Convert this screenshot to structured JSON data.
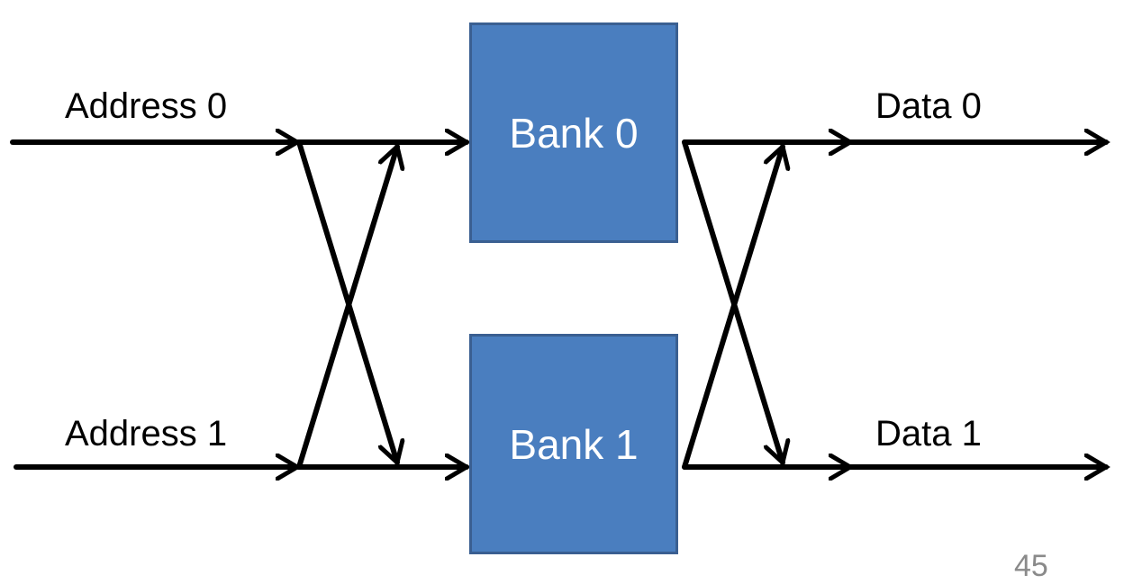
{
  "inputs": [
    {
      "label": "Address 0"
    },
    {
      "label": "Address 1"
    }
  ],
  "banks": [
    {
      "label": "Bank 0"
    },
    {
      "label": "Bank 1"
    }
  ],
  "outputs": [
    {
      "label": "Data 0"
    },
    {
      "label": "Data 1"
    }
  ],
  "page_number": "45",
  "colors": {
    "bank_fill": "#4a7ebf",
    "bank_border": "#3a5f91",
    "arrow": "#000000",
    "text": "#000000",
    "bank_text": "#ffffff"
  }
}
